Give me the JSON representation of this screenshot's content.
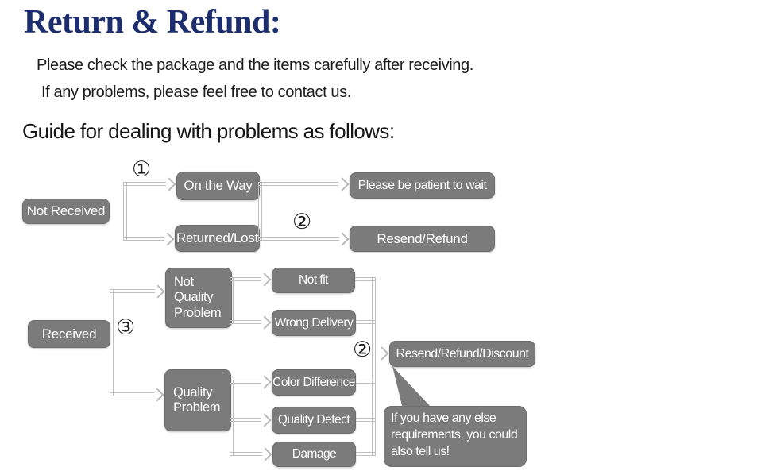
{
  "colors": {
    "title_navy": "#1d2e6e",
    "box_gray": "#7b7b7b",
    "box_border_gray": "#6d6d6d",
    "connector_gray": "#bfbfbf",
    "text_white": "#ffffff"
  },
  "header": {
    "title": "Return & Refund:",
    "intro_line1": "Please check the package and the items carefully after receiving.",
    "intro_line2": "If any problems, please feel free to contact us.",
    "guide_heading": "Guide for dealing with problems as follows:"
  },
  "flowchart": {
    "markers": {
      "step1": "①",
      "step2_top": "②",
      "step3": "③",
      "step2_bottom": "②"
    },
    "nodes": {
      "not_received": "Not Received",
      "on_the_way": "On the Way",
      "returned_lost": "Returned/Lost",
      "be_patient": "Please be patient to wait",
      "resend_refund": "Resend/Refund",
      "received": "Received",
      "not_quality_problem": "Not Quality Problem",
      "not_fit": "Not fit",
      "wrong_delivery": "Wrong Delivery",
      "quality_problem": "Quality Problem",
      "color_difference": "Color Difference",
      "quality_defect": "Quality Defect",
      "damage": "Damage",
      "resend_refund_discount": "Resend/Refund/Discount"
    },
    "note_lines": {
      "0": "If you have any else",
      "1": "requirements, you could",
      "2": "also tell us!"
    }
  }
}
